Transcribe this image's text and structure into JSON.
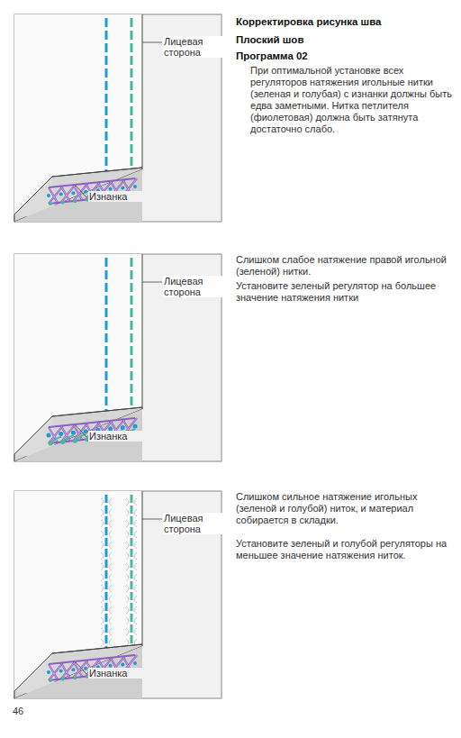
{
  "diagram": {
    "title": "Корректировка рисунка шва",
    "labels": [
      "Плоский шов",
      "Программа 02",
      "При оптимальной установке всех регуляторов натяжения игольные нитки (зеленая и голубая) с изнанки должны быть едва заметными. Нитка петлителя (фиолетовая) должна быть затянута достаточно слабо.",
      "Лицевая сторона",
      "Изнанка",
      "Слишком слабое натяжение правой игольной (зеленой) нитки.",
      "Установите зеленый регулятор на большее значение натяжения нитки",
      "Лицевая сторона",
      "Изнанка",
      "Слишком сильное натяжение игольных (зеленой и голубой) ниток, и материал собирается в складки.",
      "Установите зеленый и голубой регуляторы на меньшее значение натяжения ниток.",
      "Лицевая сторона",
      "Изнанка",
      "46"
    ]
  }
}
